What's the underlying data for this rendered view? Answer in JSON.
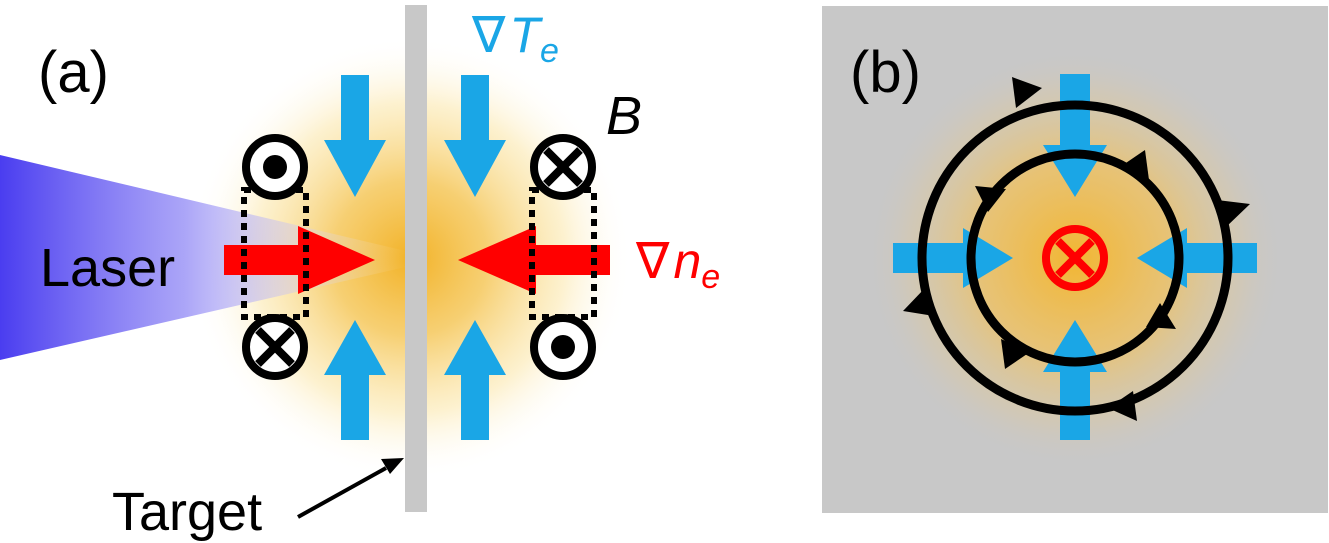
{
  "panel_a": {
    "label": "(a)",
    "gradT_symbol": "∇",
    "gradT_var": "T",
    "gradT_sub": "e",
    "gradn_symbol": "∇",
    "gradn_var": "n",
    "gradn_sub": "e",
    "b_label": "B",
    "laser_label": "Laser",
    "target_label": "Target"
  },
  "panel_b": {
    "label": "(b)"
  },
  "colors": {
    "gradient_arrow_blue": "#1aa6e6",
    "density_arrow_red": "#ff0000",
    "laser_blue": "#4a3df0",
    "plasma_core": "#f2b632",
    "target_gray": "#c8c8c8",
    "panel_b_background": "#c8c8c8",
    "field_black": "#000000"
  },
  "icons": {
    "field_out_of_page": "dot-in-circle-icon",
    "field_into_page": "cross-in-circle-icon"
  }
}
